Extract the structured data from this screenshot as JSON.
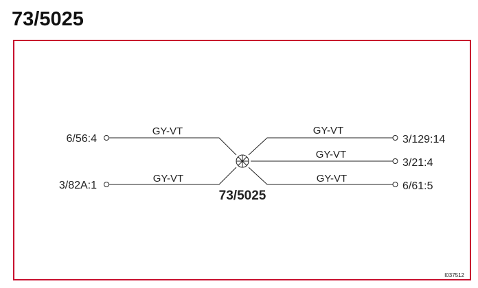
{
  "header": {
    "title": "73/5025"
  },
  "splice": {
    "label": "73/5025"
  },
  "left_connections": [
    {
      "terminal": "6/56:4",
      "wire": "GY-VT"
    },
    {
      "terminal": "3/82A:1",
      "wire": "GY-VT"
    }
  ],
  "right_connections": [
    {
      "terminal": "3/129:14",
      "wire": "GY-VT"
    },
    {
      "terminal": "3/21:4",
      "wire": "GY-VT"
    },
    {
      "terminal": "6/61:5",
      "wire": "GY-VT"
    }
  ],
  "reference": {
    "code": "I037512"
  },
  "colors": {
    "frame": "#c8102e",
    "ink": "#222222"
  }
}
